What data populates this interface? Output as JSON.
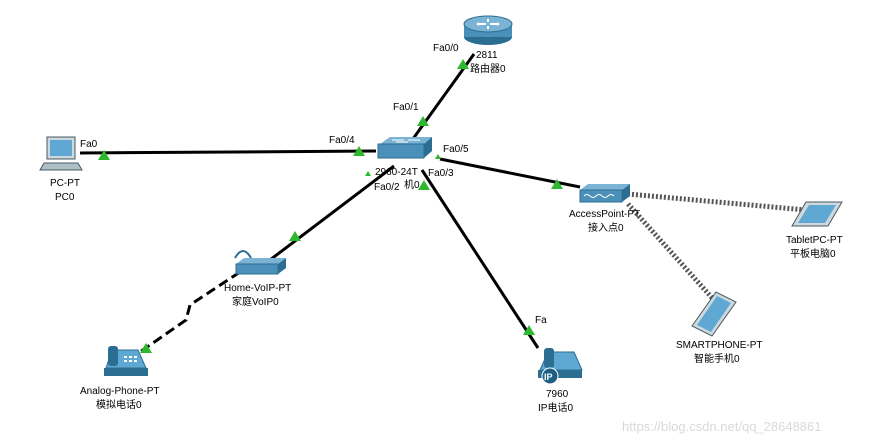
{
  "colors": {
    "link": "#000000",
    "link_up": "#2eb82e",
    "device": "#4a90b8",
    "device_dark": "#2c6e91",
    "watermark": "#d9d9d9"
  },
  "devices": {
    "router": {
      "model": "2811",
      "name": "路由器0",
      "icon": "router-icon"
    },
    "switch": {
      "model": "2960-24T",
      "name": "机0",
      "icon": "switch-icon"
    },
    "pc": {
      "model": "PC-PT",
      "name": "PC0",
      "icon": "pc-icon"
    },
    "home_voip": {
      "model": "Home-VoIP-PT",
      "name": "家庭VoIP0",
      "icon": "voip-adapter-icon"
    },
    "analog_phone": {
      "model": "Analog-Phone-PT",
      "name": "模拟电话0",
      "icon": "analog-phone-icon"
    },
    "ip_phone": {
      "model": "7960",
      "name": "IP电话0",
      "icon": "ip-phone-icon"
    },
    "access_point": {
      "model": "AccessPoint-PT",
      "name": "接入点0",
      "icon": "access-point-icon"
    },
    "tablet": {
      "model": "TabletPC-PT",
      "name": "平板电脑0",
      "icon": "tablet-icon"
    },
    "smartphone": {
      "model": "SMARTPHONE-PT",
      "name": "智能手机0",
      "icon": "smartphone-icon"
    }
  },
  "ports": {
    "router_fa00": "Fa0/0",
    "switch_fa01": "Fa0/1",
    "switch_fa04": "Fa0/4",
    "switch_fa05": "Fa0/5",
    "switch_fa03": "Fa0/3",
    "switch_fa02": "Fa0/2",
    "pc_fa0": "Fa0",
    "ipphone_fa": "Fa"
  },
  "watermark": "https://blog.csdn.net/qq_28648861"
}
